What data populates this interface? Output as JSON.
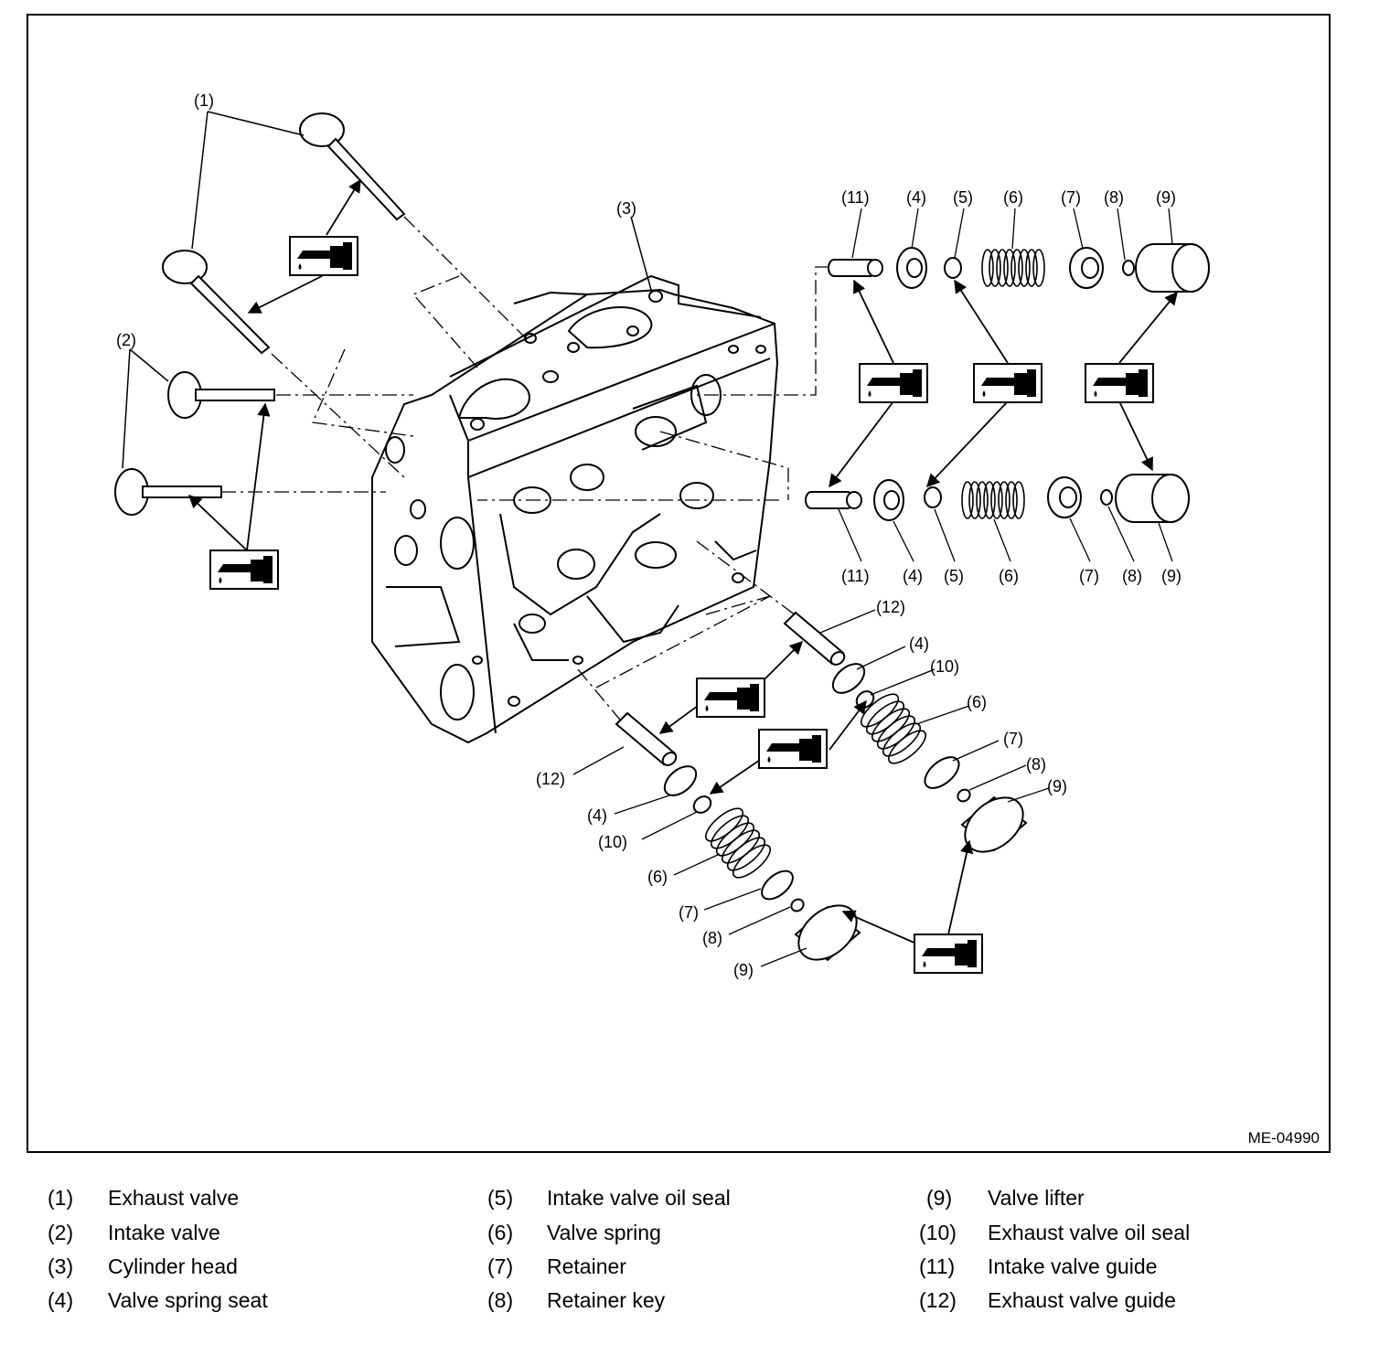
{
  "figure": {
    "code": "ME-04990",
    "callouts": {
      "c1": "(1)",
      "c2": "(2)",
      "c3": "(3)",
      "c4": "(4)",
      "c5": "(5)",
      "c6": "(6)",
      "c7": "(7)",
      "c8": "(8)",
      "c9": "(9)",
      "c10": "(10)",
      "c11": "(11)",
      "c12": "(12)"
    },
    "symbols": [
      "oil-can-icon"
    ]
  },
  "legend": {
    "col1": [
      {
        "num": "(1)",
        "text": "Exhaust valve"
      },
      {
        "num": "(2)",
        "text": "Intake valve"
      },
      {
        "num": "(3)",
        "text": "Cylinder head"
      },
      {
        "num": "(4)",
        "text": "Valve spring seat"
      }
    ],
    "col2": [
      {
        "num": "(5)",
        "text": "Intake valve oil seal"
      },
      {
        "num": "(6)",
        "text": "Valve spring"
      },
      {
        "num": "(7)",
        "text": "Retainer"
      },
      {
        "num": "(8)",
        "text": "Retainer key"
      }
    ],
    "col3": [
      {
        "num": "(9)",
        "text": "Valve lifter"
      },
      {
        "num": "(10)",
        "text": "Exhaust valve oil seal"
      },
      {
        "num": "(11)",
        "text": "Intake valve guide"
      },
      {
        "num": "(12)",
        "text": "Exhaust valve guide"
      }
    ]
  }
}
